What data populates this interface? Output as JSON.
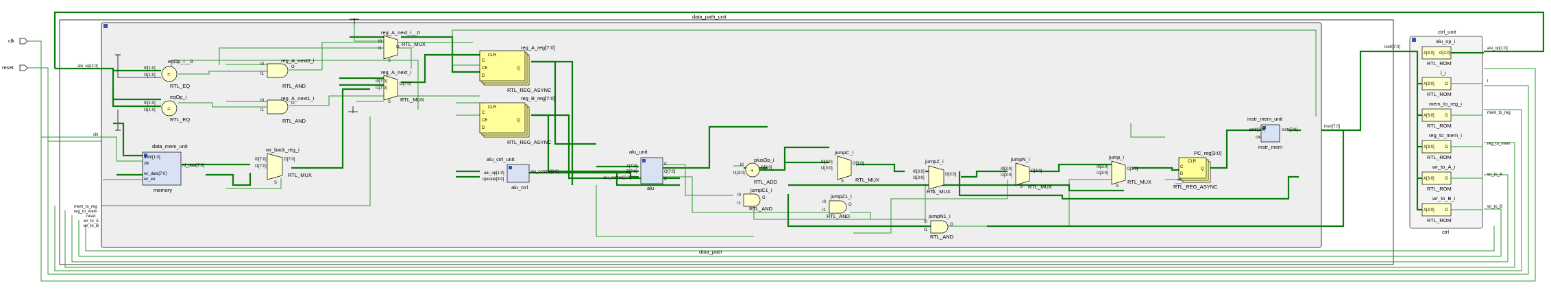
{
  "ports": {
    "clk": "clk",
    "reset": "reset"
  },
  "titles": {
    "data_path_unit": "data_path_unit",
    "data_path": "data_path",
    "ctrl_unit": "ctrl_unit",
    "ctrl": "ctrl"
  },
  "nets": {
    "alu_op": "alu_op[1:0]",
    "clk": "clk",
    "mem_to_reg": "mem_to_reg",
    "reg_to_mem": "reg_to_mem",
    "reset": "reset",
    "wr_to_A": "wr_to_A",
    "wr_to_B": "wr_to_B",
    "instr_in": "instr[7:0]",
    "instr_out": "instr[7:0]",
    "alu_op_out": "alu_op[1:0]",
    "l_out": "l",
    "mem_to_reg_out": "mem_to_reg",
    "reg_to_mem_out": "reg_to_mem",
    "wr_to_A_out": "wr_to_A",
    "wr_to_B_out": "wr_to_B"
  },
  "cells": {
    "eqOp_i_0": {
      "name": "eqOp_i__0",
      "type": "RTL_EQ",
      "i0": "I0[1:0]",
      "i1": "I1[1:0]",
      "op": "="
    },
    "eqOp_i": {
      "name": "eqOp_i",
      "type": "RTL_EQ",
      "i0": "I0[1:0]",
      "i1": "I1[1:0]",
      "op": "="
    },
    "reg_A_next0_i": {
      "name": "reg_A_next0_i",
      "type": "RTL_AND",
      "i0": "I0",
      "i1": "I1",
      "o": "O"
    },
    "reg_A_next1_i": {
      "name": "reg_A_next1_i",
      "type": "RTL_AND",
      "i0": "I0",
      "i1": "I1",
      "o": "O"
    },
    "reg_A_next_i_0": {
      "name": "reg_A_next_i__0",
      "type": "RTL_MUX",
      "i0": "I0",
      "i1": "I1",
      "s": "S",
      "o": "O"
    },
    "reg_A_next_i": {
      "name": "reg_A_next_i",
      "type": "RTL_MUX",
      "i0": "I0[7:0]",
      "i1": "I1[7:0]",
      "s": "S",
      "o": "O[7:0]"
    },
    "reg_A_reg": {
      "name": "reg_A_reg[7:0]",
      "type": "RTL_REG_ASYNC",
      "clr": "CLR",
      "c": "C",
      "ce": "CE",
      "d": "D",
      "q": "Q"
    },
    "reg_B_reg": {
      "name": "reg_B_reg[7:0]",
      "type": "RTL_REG_ASYNC",
      "clr": "CLR",
      "c": "C",
      "ce": "CE",
      "d": "D",
      "q": "Q"
    },
    "data_mem_unit": {
      "name": "data_mem_unit",
      "type": "memory",
      "addr": "addr[1:0]",
      "clk": "clk",
      "wr_data": "wr_data[7:0]",
      "wr_en": "wr_en",
      "rd_data": "rd_data[7:0]"
    },
    "wr_back_reg_i": {
      "name": "wr_back_reg_i",
      "type": "RTL_MUX",
      "i0": "I0[7:0]",
      "i1": "I1[7:0]",
      "s": "S",
      "o": "O[7:0]"
    },
    "alu_ctrl_unit": {
      "name": "alu_ctrl_unit",
      "type": "alu_ctrl",
      "alu_op": "alu_op[1:0]",
      "opcode": "opcode[3:0]",
      "alu_control": "alu_control[2:0]"
    },
    "alu_unit": {
      "name": "alu_unit",
      "type": "alu",
      "a": "A[7:0]",
      "b": "B[7:0]",
      "alu_control": "alu_control[2:0]",
      "c": "C",
      "o": "O[7:0]",
      "z": "Z"
    },
    "plusOp_i": {
      "name": "plusOp_i",
      "type": "RTL_ADD",
      "i0": "I0",
      "i1": "I1[3:0]",
      "o": "O[3:0]",
      "op": "+"
    },
    "jumpC_i": {
      "name": "jumpC_i",
      "type": "RTL_MUX",
      "i0": "I0[3:0]",
      "i1": "I1[3:0]",
      "s": "S",
      "o": "O[3:0]"
    },
    "jumpZ_i": {
      "name": "jumpZ_i",
      "type": "RTL_MUX",
      "i0": "I0[3:0]",
      "i1": "I1[3:0]",
      "s": "S",
      "o": "O[3:0]"
    },
    "jumpN_i": {
      "name": "jumpN_i",
      "type": "RTL_MUX",
      "i0": "I0[3:0]",
      "i1": "I1[3:0]",
      "s": "S",
      "o": "O[3:0]"
    },
    "jump_i": {
      "name": "jump_i",
      "type": "RTL_MUX",
      "i0": "I0[3:0]",
      "i1": "I1[3:0]",
      "s": "S",
      "o": "O[3:0]"
    },
    "jumpC1_i": {
      "name": "jumpC1_i",
      "type": "RTL_AND",
      "i0": "I0",
      "i1": "I1",
      "o": "O"
    },
    "jumpZ1_i": {
      "name": "jumpZ1_i",
      "type": "RTL_AND",
      "i0": "I0",
      "i1": "I1",
      "o": "O"
    },
    "jumpN1_i": {
      "name": "jumpN1_i",
      "type": "RTL_AND",
      "i0": "I0",
      "i1": "I1",
      "o": "O"
    },
    "PC_reg": {
      "name": "PC_reg[3:0]",
      "type": "RTL_REG_ASYNC",
      "clr": "CLR",
      "c": "C",
      "d": "D",
      "q": "Q"
    },
    "instr_mem_unit": {
      "name": "instr_mem_unit",
      "type": "instr_mem",
      "addr": "addr[3:0]",
      "clk": "clk",
      "instr": "instr[7:0]"
    },
    "alu_op_i": {
      "name": "alu_op_i",
      "type": "RTL_ROM",
      "a": "A[3:0]",
      "o": "O[1:0]"
    },
    "l_i": {
      "name": "l_i",
      "type": "RTL_ROM",
      "a": "A[3:0]",
      "o": "O"
    },
    "mem_to_reg_i": {
      "name": "mem_to_reg_i",
      "type": "RTL_ROM",
      "a": "A[3:0]",
      "o": "O"
    },
    "reg_to_mem_i": {
      "name": "reg_to_mem_i",
      "type": "RTL_ROM",
      "a": "A[3:0]",
      "o": "O"
    },
    "wr_to_A_i": {
      "name": "wr_to_A_i",
      "type": "RTL_ROM",
      "a": "A[3:0]",
      "o": "O"
    },
    "wr_to_B_i": {
      "name": "wr_to_B_i",
      "type": "RTL_ROM",
      "a": "A[3:0]",
      "o": "O"
    }
  },
  "colors": {
    "wire": "#2b9a2b",
    "bus": "#0a7a0a",
    "gate_fill": "#ffffcc",
    "reg_fill": "#ffff99",
    "submodule_fill": "#d8e2f4"
  }
}
